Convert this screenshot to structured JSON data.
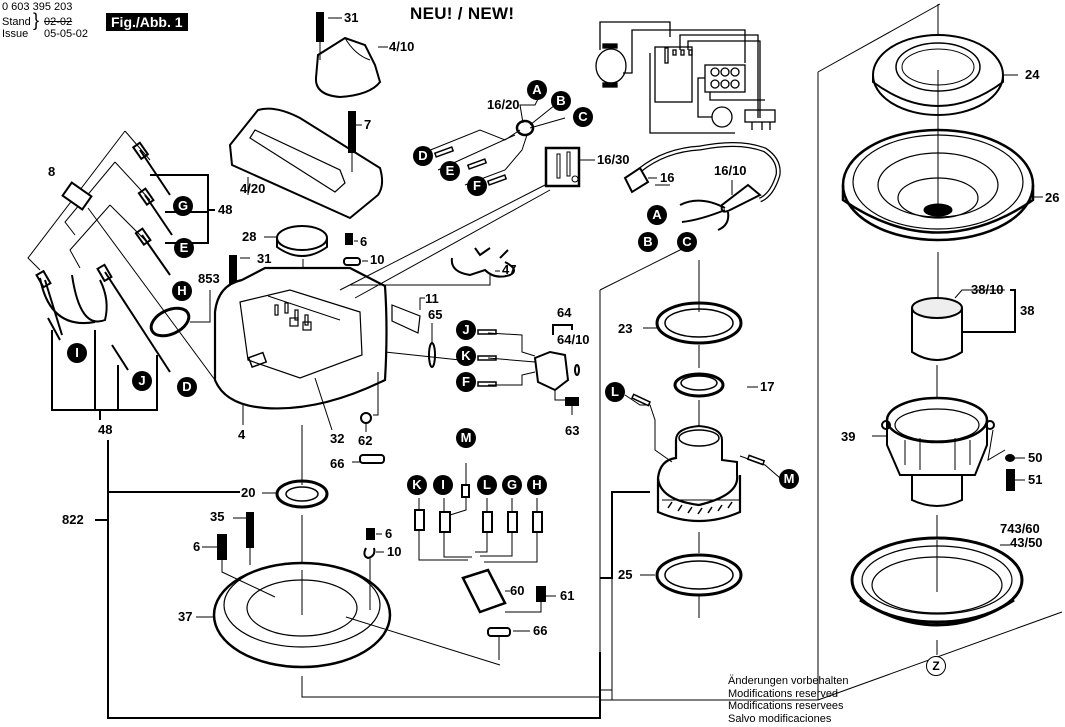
{
  "header": {
    "part_number": "0 603 395 203",
    "stand_label": "Stand",
    "issue_label": "Issue",
    "old_date": "02-02",
    "issue_date": "05-05-02",
    "figure": "Fig./Abb. 1"
  },
  "title": "NEU! / NEW!",
  "disclaimer": [
    "Änderungen vorbehalten",
    "Modifications reserved",
    "Modifications reservees",
    "Salvo modificaciones"
  ],
  "part_labels": {
    "p31a": "31",
    "p4_10": "4/10",
    "p7": "7",
    "p4_20": "4/20",
    "p8": "8",
    "p48a": "48",
    "p28": "28",
    "p6a": "6",
    "p10a": "10",
    "p31b": "31",
    "p853": "853",
    "p47": "47",
    "p11": "11",
    "p65": "65",
    "p4": "4",
    "p32": "32",
    "p62": "62",
    "p66a": "66",
    "p48b": "48",
    "p16_20": "16/20",
    "p16_30": "16/30",
    "p16": "16",
    "p16_10": "16/10",
    "p64": "64",
    "p64_10": "64/10",
    "p63": "63",
    "p23": "23",
    "p17": "17",
    "p24": "24",
    "p26": "26",
    "p38_10": "38/10",
    "p38": "38",
    "p39": "39",
    "p50": "50",
    "p51": "51",
    "p743_60": "743/60",
    "p43_50": "43/50",
    "p20": "20",
    "p822": "822",
    "p35": "35",
    "p6b": "6",
    "p6c": "6",
    "p10b": "10",
    "p37": "37",
    "p60": "60",
    "p61": "61",
    "p66b": "66",
    "p25": "25"
  },
  "connectors": {
    "A1": "A",
    "B1": "B",
    "C1": "C",
    "D1": "D",
    "E1": "E",
    "F1": "F",
    "A2": "A",
    "B2": "B",
    "C2": "C",
    "G1": "G",
    "E2": "E",
    "H1": "H",
    "I1": "I",
    "J1": "J",
    "D2": "D",
    "J2": "J",
    "K1": "K",
    "F2": "F",
    "M1": "M",
    "K2": "K",
    "I2": "I",
    "L1": "L",
    "G2": "G",
    "H2": "H",
    "L2": "L",
    "M2": "M",
    "Z": "Z"
  }
}
